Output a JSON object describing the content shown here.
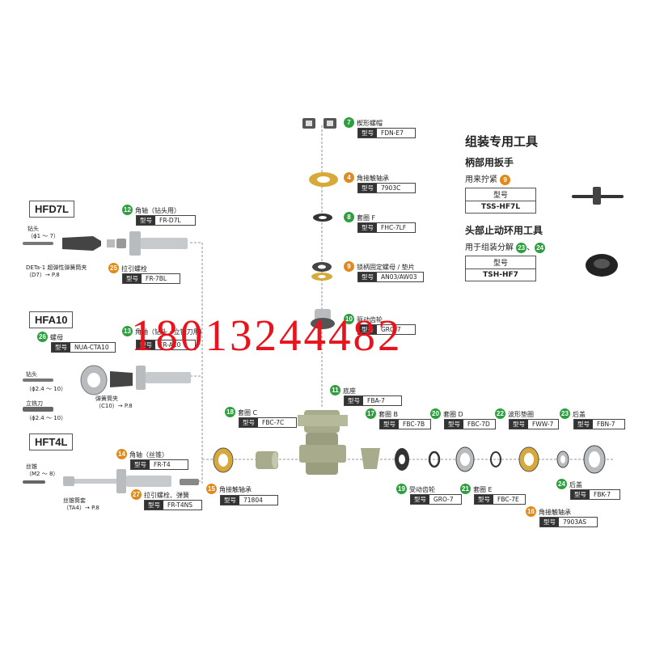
{
  "sections": {
    "hfd7l": "HFD7L",
    "hfa10": "HFA10",
    "hft4l": "HFT4L"
  },
  "parts": [
    {
      "num": "7",
      "label": "楔形螺帽",
      "model": "FDN-E7"
    },
    {
      "num": "4",
      "label": "角接触轴承",
      "model": "7903C"
    },
    {
      "num": "8",
      "label": "套圈 F",
      "model": "FHC-7LF"
    },
    {
      "num": "9",
      "label": "锁柄固定螺母 / 垫片",
      "model": "AN03/AW03"
    },
    {
      "num": "10",
      "label": "驱动齿轮",
      "model": "GRO-7"
    },
    {
      "num": "11",
      "label": "底座",
      "model": "FBA-7"
    },
    {
      "num": "12",
      "label": "角轴（钻头用）",
      "model": "FR-D7L"
    },
    {
      "num": "25",
      "label": "拉引螺栓",
      "model": "FR-7BL"
    },
    {
      "num": "26",
      "label": "螺母",
      "model": "NUA-CTA10"
    },
    {
      "num": "13",
      "label": "角轴（钻头 · 立铣刀用）",
      "model": "FR-A10"
    },
    {
      "num": "14",
      "label": "角轴（丝锥）",
      "model": "FR-T4"
    },
    {
      "num": "27",
      "label": "拉引螺栓、弹簧",
      "model": "FR-T4NS"
    },
    {
      "num": "15",
      "label": "角接触轴承",
      "model": "71804"
    },
    {
      "num": "18",
      "label": "套圈 C",
      "model": "FBC-7C"
    },
    {
      "num": "17",
      "label": "套圈 B",
      "model": "FBC-7B"
    },
    {
      "num": "19",
      "label": "受动齿轮",
      "model": "GRO-7"
    },
    {
      "num": "20",
      "label": "套圈 D",
      "model": "FBC-7D"
    },
    {
      "num": "21",
      "label": "套圈 E",
      "model": "FBC-7E"
    },
    {
      "num": "22",
      "label": "波形垫圈",
      "model": "FWW-7"
    },
    {
      "num": "16",
      "label": "角接触轴承",
      "model": "7903AS"
    },
    {
      "num": "23",
      "label": "后盖",
      "model": "FBN-7"
    },
    {
      "num": "24",
      "label": "后盖",
      "model": "FBK-7"
    }
  ],
  "model_key": "型号",
  "texts": {
    "drill": "钻头",
    "drill_range": "（ϕ1 ～ 7）",
    "deta": "DETa-1 超弹性弹簧筒夹",
    "deta_ref": "（D7）→ P.8",
    "drill2": "钻头",
    "drill2_range": "（ϕ2.4 ～ 10）",
    "endmill": "立铣刀",
    "endmill_range": "（ϕ2.4 ～ 10）",
    "spring_collet": "弹簧筒夹",
    "spring_collet_ref": "（C10）→ P.8",
    "tap": "丝锥",
    "tap_range": "（M2 ～ 8）",
    "tap_collet": "丝锥筒套",
    "tap_collet_ref": "（TA4）→ P.8"
  },
  "tools": {
    "title": "组装专用工具",
    "handle_title": "柄部用扳手",
    "handle_desc": "用来拧紧",
    "handle_ref": "9",
    "handle_key": "型号",
    "handle_model": "TSS-HF7L",
    "head_title": "头部止动环用工具",
    "head_desc": "用于组装分解",
    "head_ref1": "23",
    "head_ref2": "24",
    "head_key": "型号",
    "head_model": "TSH-HF7"
  },
  "watermark": "18013244482",
  "colors": {
    "green": "#2e9e3f",
    "orange": "#e08a1e",
    "watermark": "#e8131c",
    "metal": "#b9bcbf",
    "gold": "#d6a93a"
  }
}
